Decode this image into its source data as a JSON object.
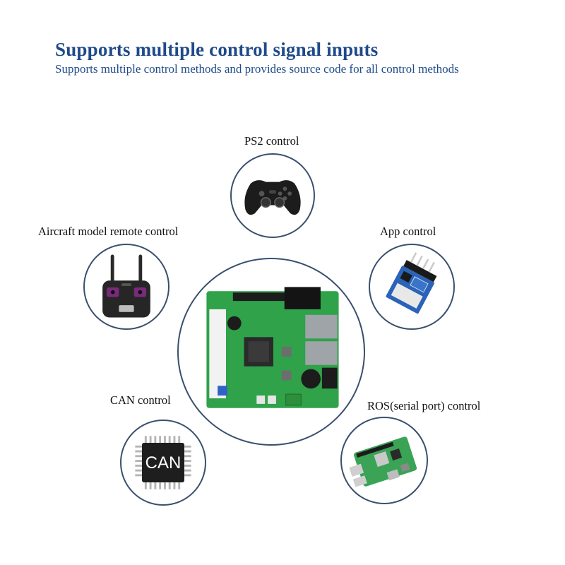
{
  "header": {
    "title": "Supports multiple control signal inputs",
    "subtitle": "Supports multiple control methods and provides source code for all control methods"
  },
  "controls": {
    "ps2": {
      "label": "PS2 control",
      "icon": "gamepad-icon"
    },
    "aircraft": {
      "label": "Aircraft model remote control",
      "icon": "rc-transmitter-icon"
    },
    "app": {
      "label": "App control",
      "icon": "bluetooth-module-icon"
    },
    "can": {
      "label": "CAN control",
      "icon": "can-chip-icon",
      "chip_text": "CAN"
    },
    "ros": {
      "label": "ROS(serial port) control",
      "icon": "raspberry-pi-icon"
    }
  },
  "center": {
    "icon": "controller-board-icon"
  },
  "colors": {
    "title": "#1f4a8a",
    "circle_border": "#3a4f6e",
    "pcb_green": "#2fa24a"
  }
}
